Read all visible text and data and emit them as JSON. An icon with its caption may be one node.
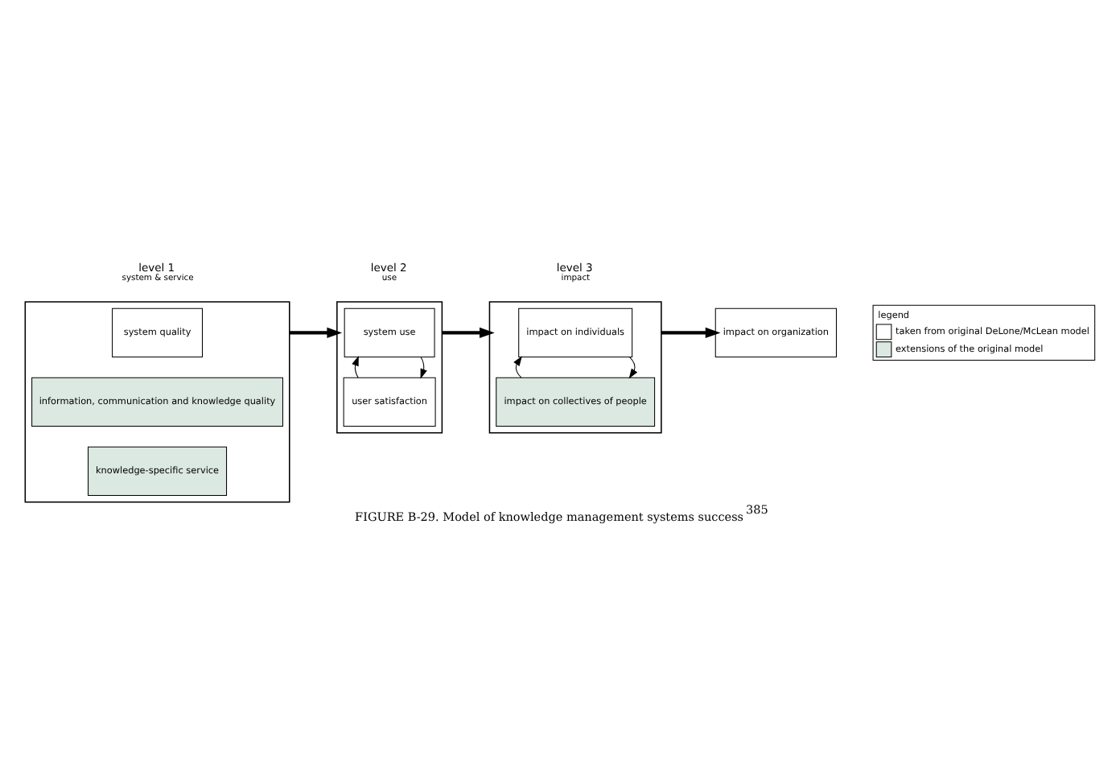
{
  "diagram": {
    "caption": "FIGURE B-29. Model of knowledge management systems success$^{385}$",
    "nodes": [
      {
        "text": [],
        "shape": "box"
      },
      {
        "text": [
          "system quality"
        ],
        "in": 0
      },
      {
        "text": [
          "information, communication and knowledge quality"
        ],
        "in": 0
      },
      {
        "text": [
          "knowledge-specific service"
        ],
        "in": 0
      },
      {
        "text": [],
        "shape": "box"
      },
      {
        "text": [
          "system use"
        ],
        "in": 4
      },
      {
        "text": [
          "user satisfaction"
        ],
        "in": 4
      },
      {
        "text": [],
        "shape": "box"
      },
      {
        "text": [
          "impact on individuals"
        ],
        "in": 7
      },
      {
        "text": [
          "impact on collectives of people"
        ],
        "in": 7
      },
      {
        "text": [
          "impact on organization"
        ]
      }
    ],
    "edges": [
      {
        "from": 0,
        "to": 4,
        "arrow": "to",
        "style": "thick"
      },
      {
        "from": 5,
        "to": 6,
        "arrow": "to"
      },
      {
        "from": 6,
        "to": 5,
        "arrow": "to"
      },
      {
        "from": 4,
        "to": 7,
        "arrow": "to",
        "style": "thick"
      },
      {
        "from": 8,
        "to": 9,
        "arrow": "to"
      },
      {
        "from": 9,
        "to": 8,
        "arrow": "to"
      },
      {
        "from": 7,
        "to": 10,
        "arrow": "to",
        "style": "thick"
      }
    ],
    "labels": [
      "legend",
      "level 1",
      "system & service",
      "level 2",
      "use",
      "level 3",
      "impact"
    ],
    "legend": [
      {
        "text": "taken from original DeLone/McLean model",
        "color": "#ffffff"
      },
      {
        "text": "extensions of the original model",
        "color": "#dce8e2"
      }
    ]
  }
}
